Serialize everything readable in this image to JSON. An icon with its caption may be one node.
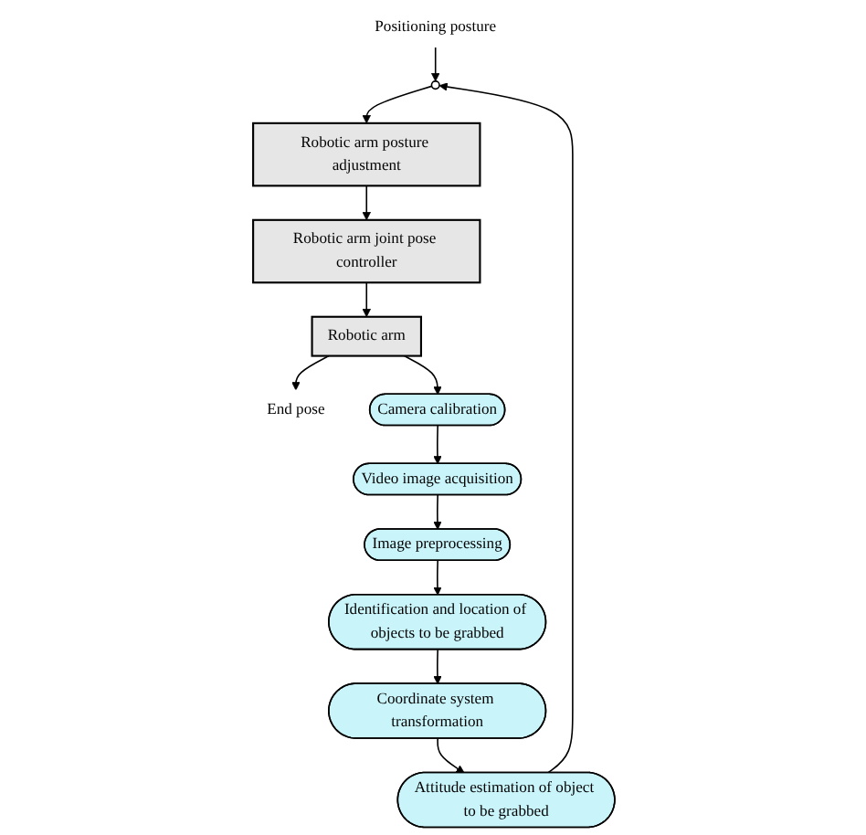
{
  "diagram": {
    "nodes": [
      {
        "text": [
          "Positioning posture"
        ]
      },
      {
        "text": [],
        "shape": "circle"
      },
      {
        "text": [
          "Robotic arm posture adjustment"
        ]
      },
      {
        "text": [
          "Robotic arm joint pose controller"
        ]
      },
      {
        "text": [
          "Robotic arm"
        ]
      },
      {
        "text": [
          "End pose"
        ]
      },
      {
        "text": [
          "Attitude estimation of object to be grabbed"
        ]
      },
      {
        "text": [
          "Coordinate system transformation"
        ]
      },
      {
        "text": [
          "Identification and location of objects to be grabbed"
        ]
      },
      {
        "text": [
          "Image preprocessing"
        ]
      },
      {
        "text": [
          "Video image acquisition"
        ]
      },
      {
        "text": [
          "Camera calibration"
        ]
      }
    ],
    "edges": [
      {
        "from": 0,
        "to": 1,
        "arrow": "to"
      },
      {
        "from": 6,
        "to": 1,
        "arrow": "to"
      },
      {
        "from": 1,
        "to": 2,
        "arrow": "to"
      },
      {
        "from": 2,
        "to": 3,
        "arrow": "to"
      },
      {
        "from": 3,
        "to": 4,
        "arrow": "to"
      },
      {
        "from": 4,
        "to": 5,
        "arrow": "to"
      },
      {
        "from": 4,
        "to": 11,
        "arrow": "to"
      },
      {
        "from": 11,
        "to": 10,
        "arrow": "to"
      },
      {
        "from": 10,
        "to": 9,
        "arrow": "to"
      },
      {
        "from": 9,
        "to": 8,
        "arrow": "to"
      },
      {
        "from": 8,
        "to": 7,
        "arrow": "to"
      },
      {
        "from": 7,
        "to": 6,
        "arrow": "to"
      }
    ]
  }
}
